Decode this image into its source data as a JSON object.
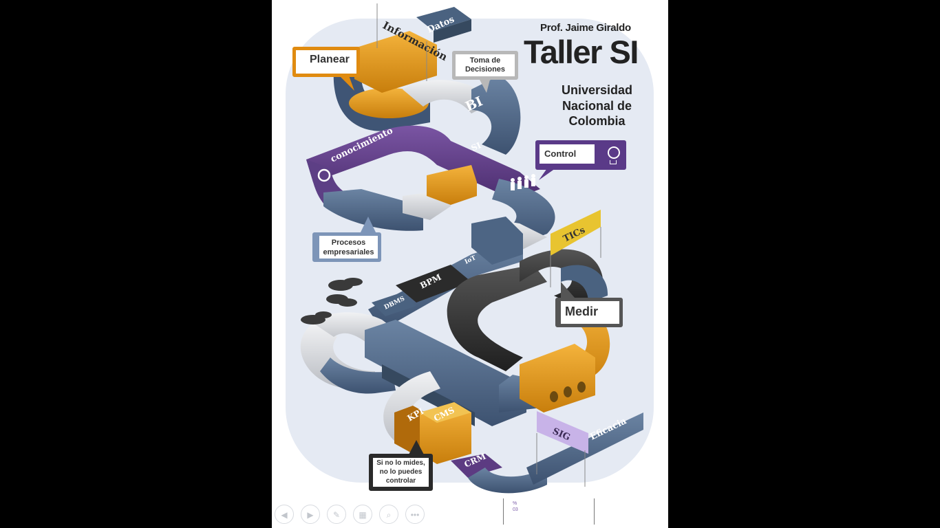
{
  "header": {
    "author": "Prof. Jaime Giraldo",
    "title": "Taller SI",
    "university": "Universidad Nacional de Colombia"
  },
  "callouts": {
    "planear": "Planear",
    "toma": "Toma de Decisiones",
    "control": "Control",
    "procesos": "Procesos empresariales",
    "medir": "Medir",
    "frase": "Si no lo mides, no lo puedes controlar"
  },
  "road_labels": {
    "informacion": "Información",
    "datos": "Datos",
    "bi": "BI",
    "conocimiento": "conocimiento",
    "si": "SI",
    "tics": "TICs",
    "iot": "IoT",
    "bpm": "BPM",
    "dbms": "DBMS",
    "kpi": "KPI",
    "cms": "CMS",
    "crm": "CRM",
    "sig": "SIG",
    "eficacia": "Eficacia"
  },
  "colors": {
    "blue": "#4a6280",
    "orange": "#e79a18",
    "purple": "#5c3b82",
    "gray": "#cfd2d7",
    "black": "#2a2a2a",
    "gold": "#e8c430",
    "lavender": "#c8b3e8"
  },
  "icons": [
    "gear-icon",
    "lightbulb-icon",
    "people-icon",
    "clouds-icon"
  ],
  "toolbar": [
    "prev-icon",
    "next-icon",
    "pen-icon",
    "slides-icon",
    "zoom-icon",
    "more-icon"
  ]
}
